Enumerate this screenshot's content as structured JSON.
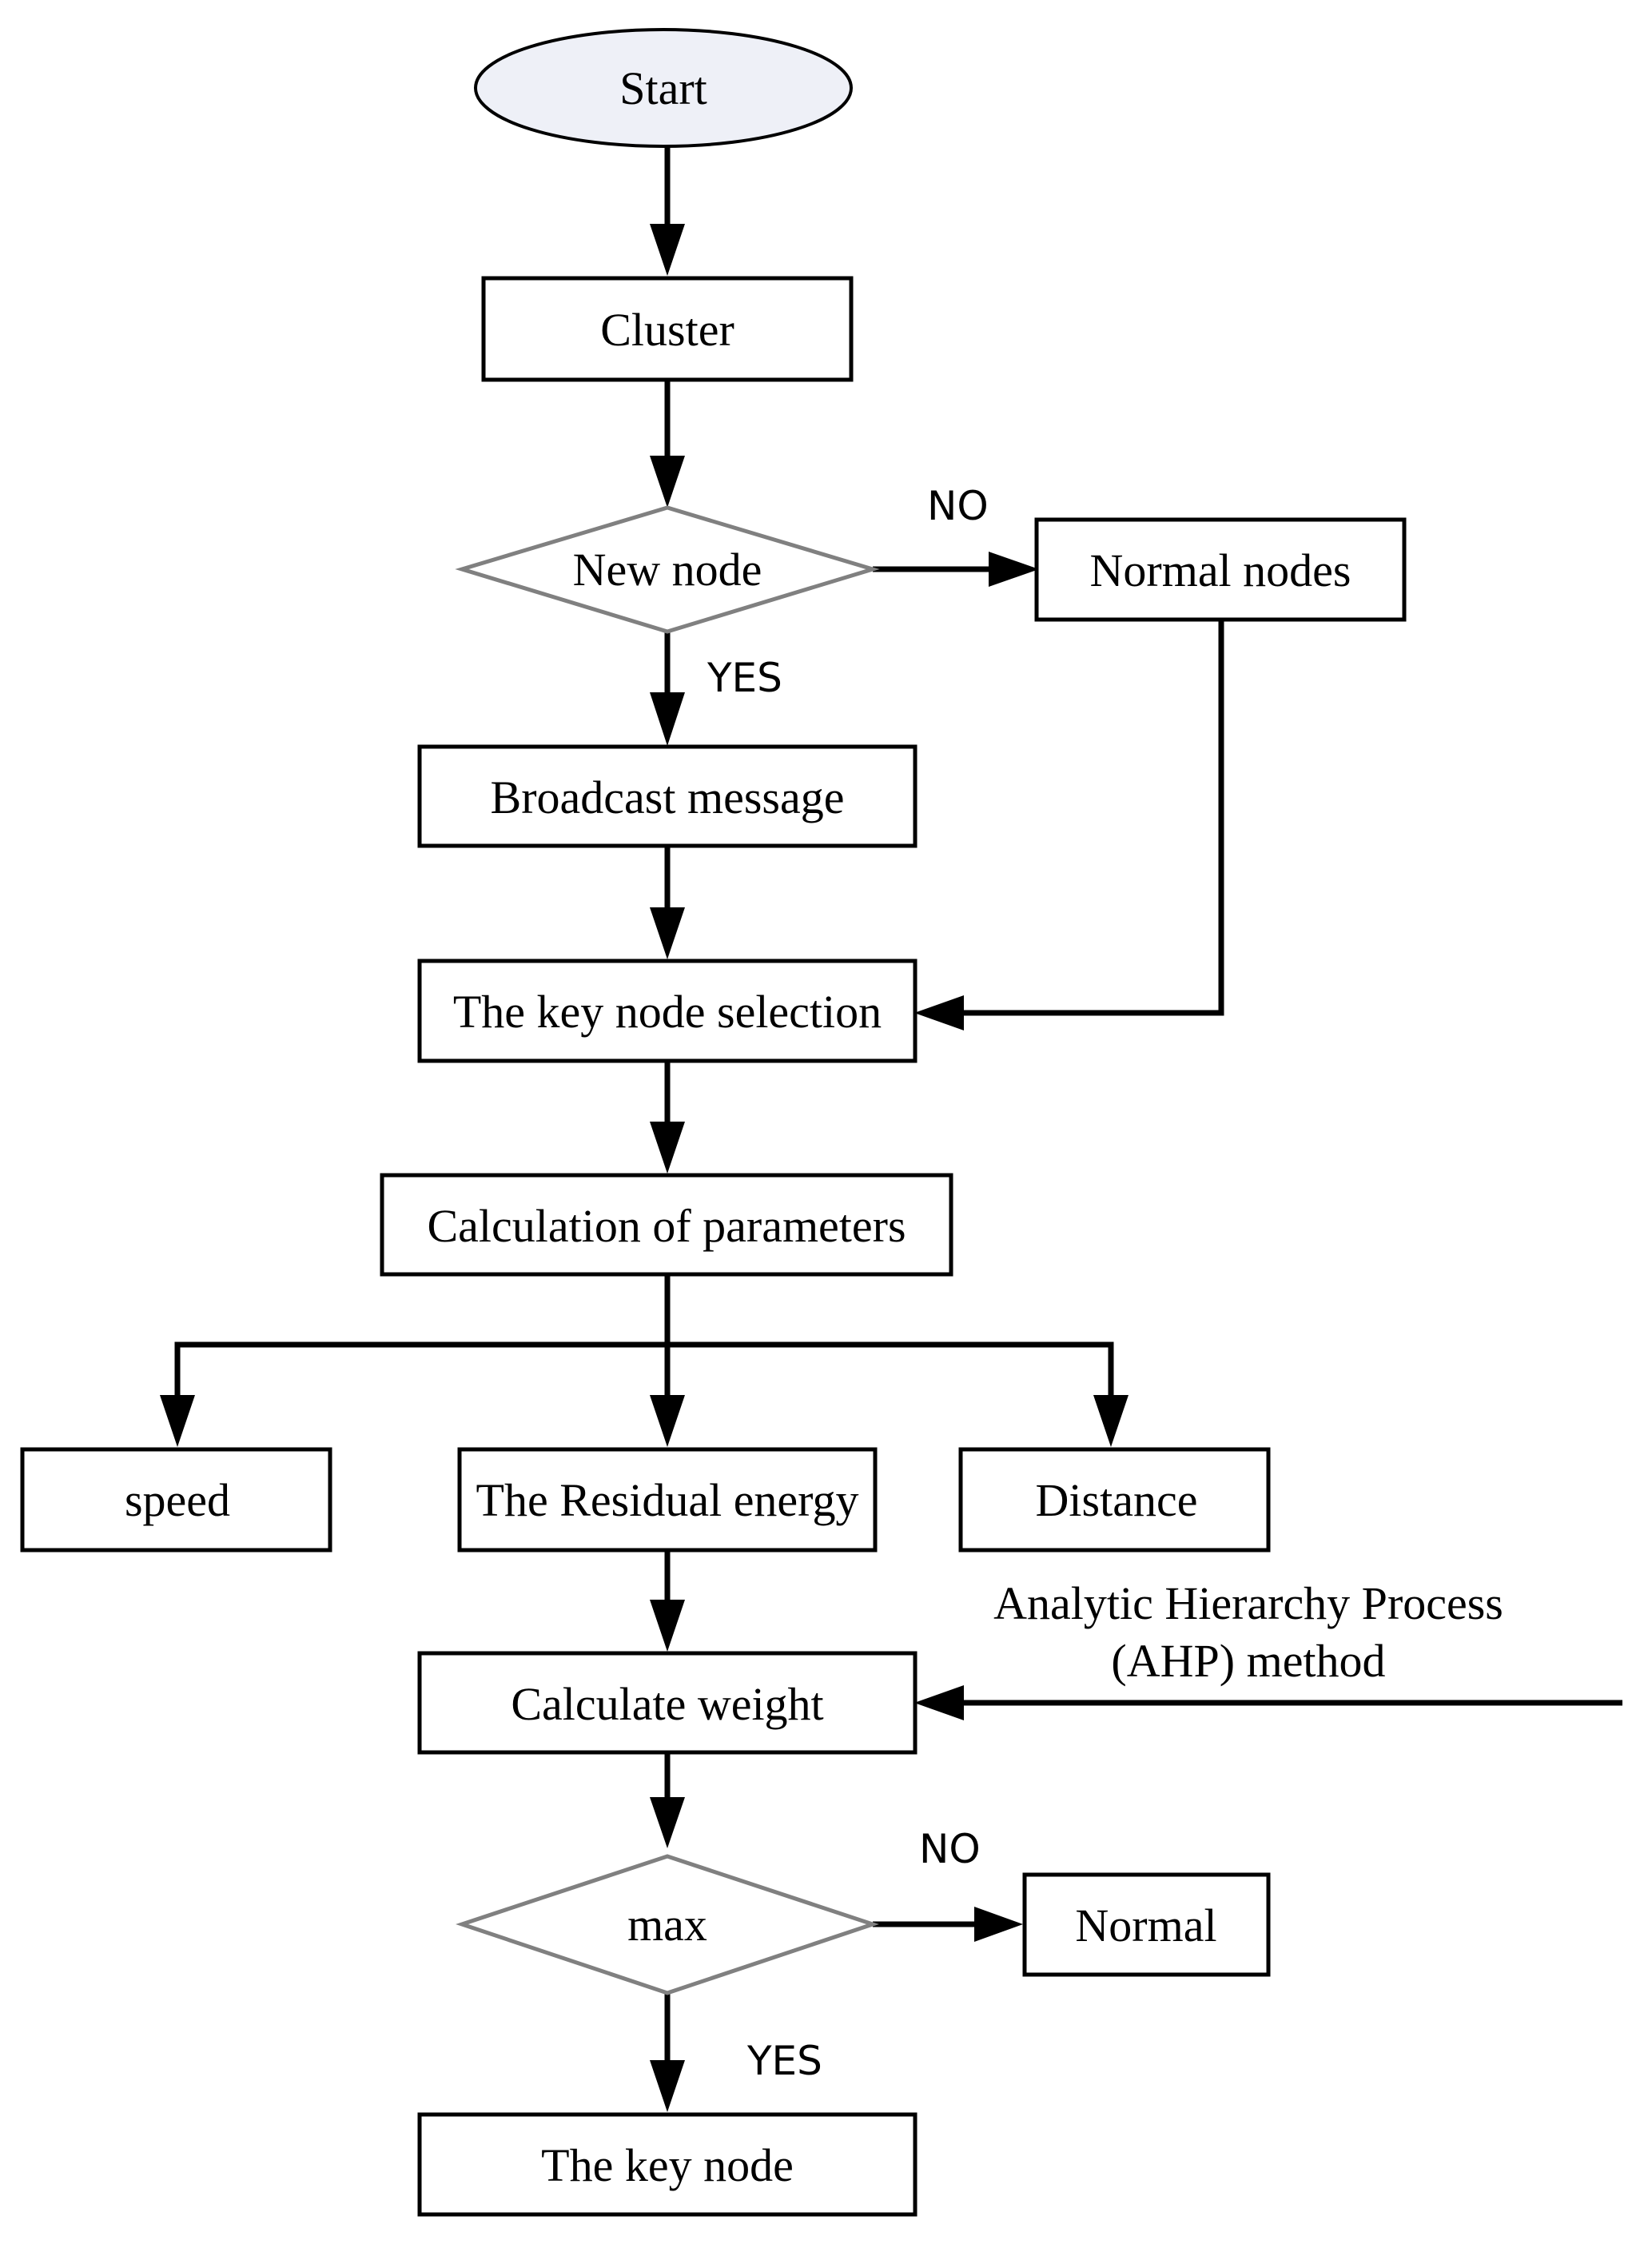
{
  "diagram": {
    "start": "Start",
    "cluster": "Cluster",
    "new_node": "New node",
    "normal_nodes": "Normal nodes",
    "broadcast": "Broadcast message",
    "key_node_selection": "The key node selection",
    "calc_params": "Calculation of parameters",
    "speed": "speed",
    "residual_energy": "The Residual energy",
    "distance": "Distance",
    "ahp_line1": "Analytic Hierarchy Process",
    "ahp_line2": "(AHP) method",
    "calc_weight": "Calculate weight",
    "max": "max",
    "normal": "Normal",
    "key_node": "The key  node",
    "no_1": "NO",
    "yes_1": "YES",
    "no_2": "NO",
    "yes_2": "YES"
  },
  "colors": {
    "start_fill": "#eef0f7",
    "diamond_stroke": "#808080",
    "line": "#000000"
  }
}
